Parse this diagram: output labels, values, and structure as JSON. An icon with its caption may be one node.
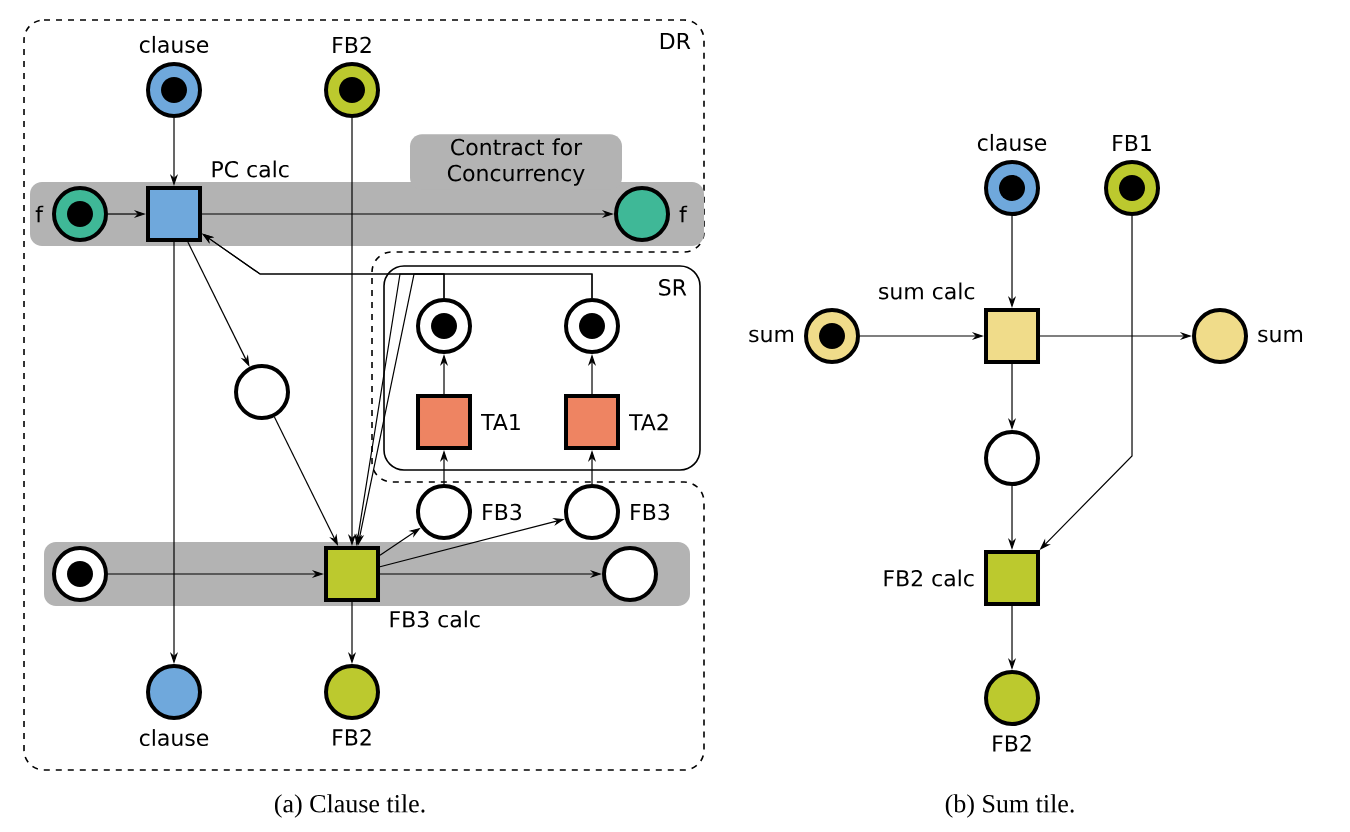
{
  "diagram": {
    "nodes": [
      {
        "text": [
          "DR"
        ]
      },
      {
        "text": [
          "SR"
        ]
      },
      {
        "text": [
          "Contract for Concurrency"
        ],
        "in": 0
      },
      {
        "text": [],
        "shape": "bar",
        "in": 0
      },
      {
        "text": [
          "clause"
        ],
        "in": 0
      },
      {
        "text": [
          "FB2"
        ],
        "in": 0
      },
      {
        "text": [
          "f"
        ],
        "in": 2
      },
      {
        "text": [
          "PC calc"
        ],
        "in": 2
      },
      {
        "text": [
          "f"
        ],
        "in": 2
      },
      {
        "text": [],
        "shape": "circle",
        "in": 0
      },
      {
        "text": [],
        "shape": "circle",
        "in": 1
      },
      {
        "text": [],
        "shape": "circle",
        "in": 1
      },
      {
        "text": [
          "TA1"
        ],
        "in": 1
      },
      {
        "text": [
          "TA2"
        ],
        "in": 1
      },
      {
        "text": [
          "FB3"
        ],
        "in": 0
      },
      {
        "text": [
          "FB3"
        ],
        "in": 0
      },
      {
        "text": [],
        "shape": "circle",
        "in": 3
      },
      {
        "text": [
          "FB3 calc"
        ],
        "in": 3
      },
      {
        "text": [],
        "shape": "circle",
        "in": 3
      },
      {
        "text": [
          "clause"
        ],
        "in": 0
      },
      {
        "text": [
          "FB2"
        ],
        "in": 0
      },
      {
        "text": [
          "clause"
        ]
      },
      {
        "text": [
          "FB1"
        ]
      },
      {
        "text": [
          "sum"
        ]
      },
      {
        "text": [
          "sum calc"
        ]
      },
      {
        "text": [
          "sum"
        ]
      },
      {
        "text": [],
        "shape": "circle"
      },
      {
        "text": [
          "FB2 calc"
        ]
      },
      {
        "text": [
          "FB2"
        ]
      }
    ],
    "edges": [
      {
        "from": 4,
        "to": 7,
        "arrow": "to"
      },
      {
        "from": 6,
        "to": 7,
        "arrow": "to"
      },
      {
        "from": 7,
        "to": 8,
        "arrow": "to"
      },
      {
        "from": 7,
        "to": 9,
        "arrow": "to"
      },
      {
        "from": 7,
        "to": 19,
        "arrow": "to"
      },
      {
        "from": 10,
        "to": 7,
        "arrow": "to"
      },
      {
        "from": 11,
        "to": 7,
        "arrow": "to"
      },
      {
        "from": 12,
        "to": 10,
        "arrow": "to"
      },
      {
        "from": 13,
        "to": 11,
        "arrow": "to"
      },
      {
        "from": 14,
        "to": 12,
        "arrow": "to"
      },
      {
        "from": 15,
        "to": 13,
        "arrow": "to"
      },
      {
        "from": 9,
        "to": 17,
        "arrow": "to"
      },
      {
        "from": 5,
        "to": 17,
        "arrow": "to"
      },
      {
        "from": 10,
        "to": 17,
        "arrow": "to"
      },
      {
        "from": 11,
        "to": 17,
        "arrow": "to"
      },
      {
        "from": 16,
        "to": 17,
        "arrow": "to"
      },
      {
        "from": 17,
        "to": 18,
        "arrow": "to"
      },
      {
        "from": 17,
        "to": 14,
        "arrow": "to"
      },
      {
        "from": 17,
        "to": 15,
        "arrow": "to"
      },
      {
        "from": 17,
        "to": 20,
        "arrow": "to"
      },
      {
        "from": 21,
        "to": 24,
        "arrow": "to"
      },
      {
        "from": 23,
        "to": 24,
        "arrow": "to"
      },
      {
        "from": 24,
        "to": 25,
        "arrow": "to"
      },
      {
        "from": 24,
        "to": 26,
        "arrow": "to"
      },
      {
        "from": 26,
        "to": 27,
        "arrow": "to"
      },
      {
        "from": 22,
        "to": 27,
        "arrow": "to"
      },
      {
        "from": 27,
        "to": 28,
        "arrow": "to"
      }
    ],
    "labels": [
      "(a) Clause tile.",
      "(b) Sum tile."
    ]
  }
}
